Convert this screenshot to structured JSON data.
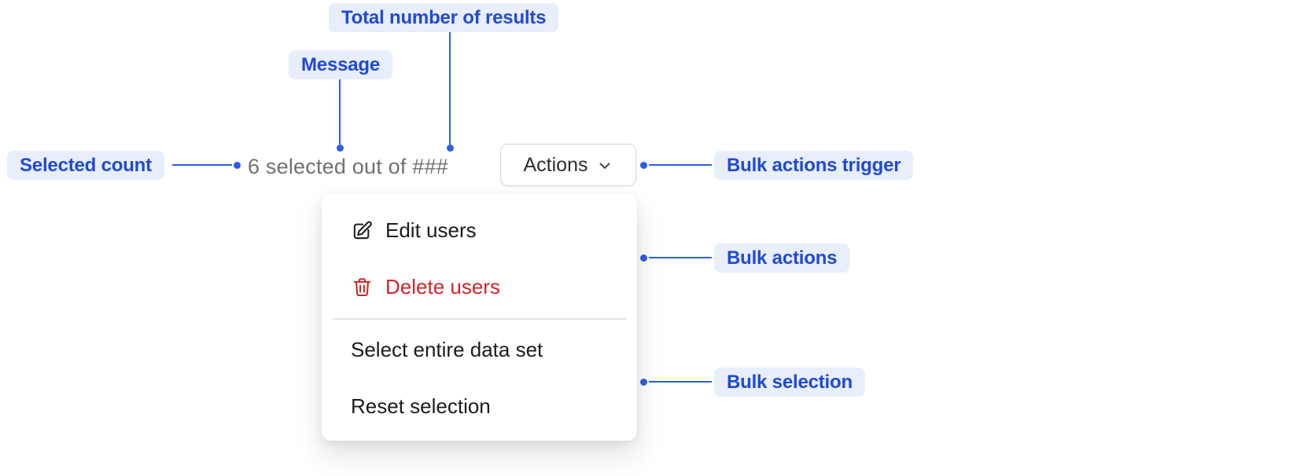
{
  "annotations": {
    "total_results_label": "Total number of results",
    "message_label": "Message",
    "selected_count_label": "Selected count",
    "bulk_actions_trigger_label": "Bulk actions trigger",
    "bulk_actions_label": "Bulk actions",
    "bulk_selection_label": "Bulk selection"
  },
  "bulk_actions_bar": {
    "message_text": "6 selected out of ###",
    "trigger": {
      "label": "Actions",
      "icon": "chevron-down-icon"
    }
  },
  "menu": {
    "action_items": [
      {
        "label": "Edit users",
        "icon": "pencil-icon"
      },
      {
        "label": "Delete users",
        "icon": "trash-icon",
        "danger": true
      }
    ],
    "selection_items": [
      {
        "label": "Select entire data set"
      },
      {
        "label": "Reset selection"
      }
    ]
  },
  "colors": {
    "annotation_text": "#2149d6",
    "annotation_bg": "#e8eefb",
    "connector": "#2d5de8",
    "message_text": "#71706e",
    "menu_text": "#1c1c1c",
    "danger": "#d2232a",
    "button_border": "#d7d7d7",
    "divider": "#e4e4e4"
  }
}
